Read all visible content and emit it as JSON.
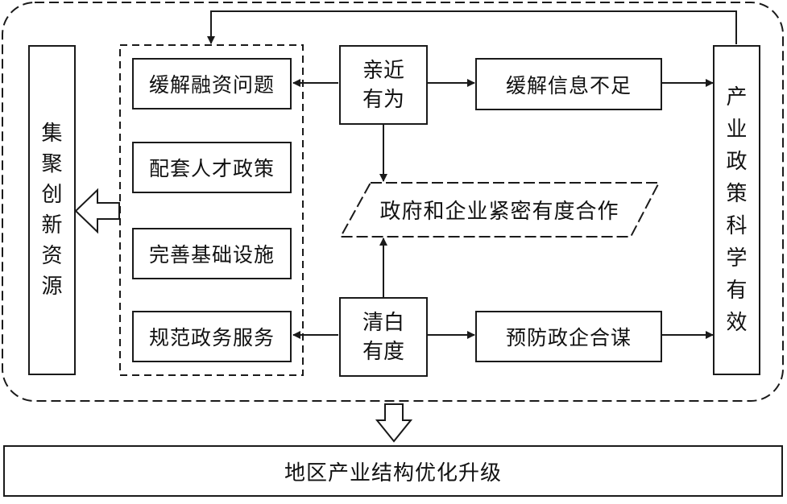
{
  "diagram": {
    "left_column": {
      "label": "集聚创新资源",
      "chars": [
        "集",
        "聚",
        "创",
        "新",
        "资",
        "源"
      ]
    },
    "middle_group": [
      {
        "label": "缓解融资问题"
      },
      {
        "label": "配套人才政策"
      },
      {
        "label": "完善基础设施"
      },
      {
        "label": "规范政务服务"
      }
    ],
    "principle_top": {
      "line1": "亲近",
      "line2": "有为"
    },
    "principle_bottom": {
      "line1": "清白",
      "line2": "有度"
    },
    "center_parallelogram": {
      "label": "政府和企业紧密有度合作"
    },
    "right_top": {
      "label": "缓解信息不足"
    },
    "right_bottom": {
      "label": "预防政企合谋"
    },
    "right_column": {
      "label": "产业政策科学有效",
      "chars": [
        "产",
        "业",
        "政",
        "策",
        "科",
        "学",
        "有",
        "效"
      ]
    },
    "bottom_bar": {
      "label": "地区产业结构优化升级"
    }
  }
}
